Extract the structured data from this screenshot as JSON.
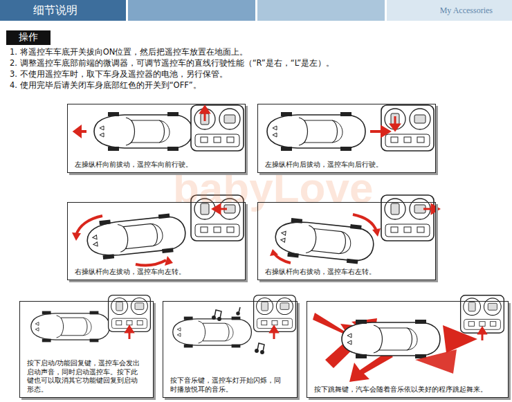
{
  "diagram": {
    "nodes": [
      {
        "text": [
          "细节说明"
        ]
      },
      {
        "text": [
          "My Accessories"
        ]
      },
      {
        "text": [
          "操作"
        ]
      },
      {
        "text": [
          "左操纵杆向前拔动，遥控车向前行驶。"
        ]
      },
      {
        "text": [
          "左操纵杆向后拔动，遥控车向后行驶。"
        ]
      },
      {
        "text": [
          "右操纵杆向左拔动，遥控车向左转。"
        ]
      },
      {
        "text": [
          "右操纵杆向右拔动，遥控车右左转。"
        ]
      },
      {
        "text": [
          "按下启动/功能回复键，遥控车会发出启动声音，同时启动遥控车。按下此键也可以取消其它功能键回复到启动形态。"
        ]
      },
      {
        "text": [
          "按下音乐键，遥控车灯开始闪烁，同时播放悦耳的音乐。"
        ]
      },
      {
        "text": [
          "按下跳舞键，汽车会随着音乐依以美好的程序跳起舞来。"
        ]
      }
    ],
    "labels": [
      "1. 将遥控车车底开关拔向ON位置，然后把遥控车放置在地面上。",
      "2. 调整遥控车底部前端的微调器，可调节遥控车的直线行驶性能（“R”是右，“L”是左）。",
      "3. 不使用遥控车时，取下车身及遥控器的电池，另行保管。",
      "4. 使用完毕后请关闭车身底部红色的开关到“OFF”。",
      "babyLove"
    ]
  }
}
